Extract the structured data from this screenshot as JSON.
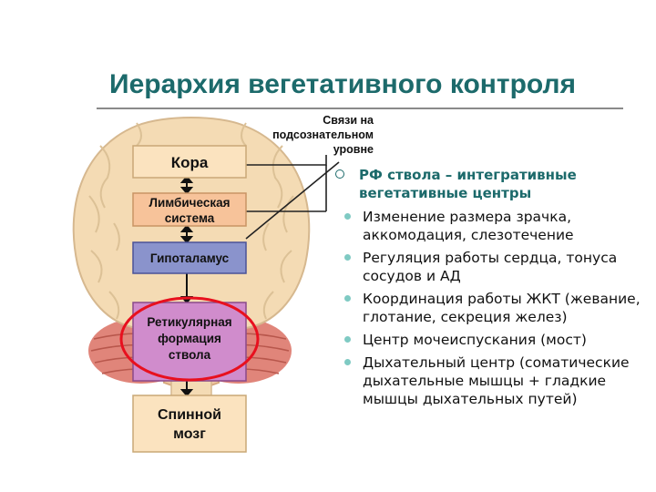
{
  "title": "Иерархия вегетативного контроля",
  "note": [
    "Связи на",
    "подсознательном",
    "уровне"
  ],
  "boxes": {
    "cortex": [
      "Кора"
    ],
    "limbic": [
      "Лимбическая",
      "система"
    ],
    "hypothalamus": [
      "Гипоталамус"
    ],
    "reticular": [
      "Ретикулярная",
      "формация",
      "ствола"
    ],
    "spinal": [
      "Спинной",
      "мозг"
    ]
  },
  "colors": {
    "title": "#1c6a6b",
    "cortex": "#fbe3bf",
    "limbic": "#f7c39a",
    "hypothalamus": "#8a93cc",
    "reticular": "#d08ccc",
    "spinal": "#fbe3bf",
    "highlight_circle": "#e8101e",
    "bullet": "#7fcac3"
  },
  "list": {
    "main": "РФ ствола – интегративные вегетативные центры",
    "items": [
      "Изменение размера зрачка, аккомодация, слезотечение",
      "Регуляция работы сердца, тонуса сосудов и АД",
      "Координация работы ЖКТ (жевание, глотание, секреция желез)",
      "Центр мочеиспускания (мост)",
      "Дыхательный центр (соматические дыхательные мышцы + гладкие мышцы дыхательных путей)"
    ]
  }
}
